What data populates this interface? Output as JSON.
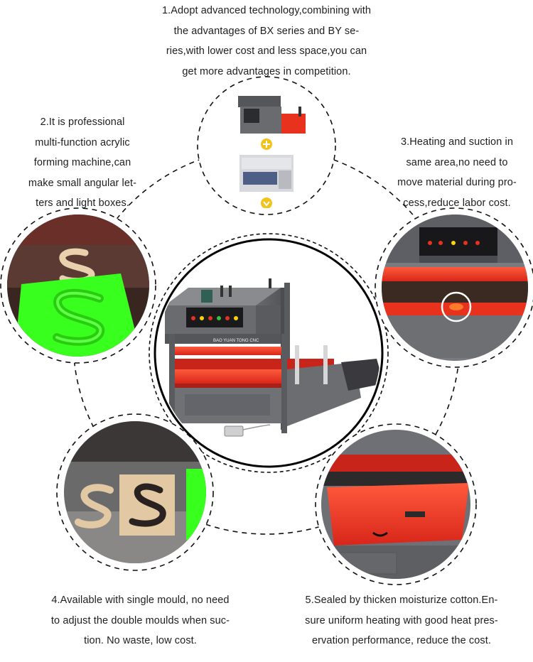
{
  "features": [
    {
      "id": 1,
      "text": "1.Adopt advanced technology,combining with\nthe advantages of BX series and BY se-\nries,with lower cost and less space,you can\nget more advantages in competition."
    },
    {
      "id": 2,
      "text": "2.It is professional\nmulti-function acrylic\nforming machine,can\nmake small angular let-\nters and light boxes."
    },
    {
      "id": 3,
      "text": "3.Heating and suction in\nsame area,no need to\nmove material during pro-\ncess,reduce labor cost."
    },
    {
      "id": 4,
      "text": "4.Available with single mould, no need\nto adjust the double moulds when suc-\ntion. No waste, low cost."
    },
    {
      "id": 5,
      "text": "5.Sealed by thicken moisturize cotton.En-\nsure uniform heating with good heat pres-\nervation performance, reduce the cost."
    }
  ],
  "machine_label": "BAO YUAN TONG CNC",
  "colors": {
    "machine_red": "#e8321e",
    "machine_grey": "#6e6f73",
    "acrylic_green": "#39ff1e",
    "wood": "#e2c9a4",
    "yellow_icon": "#f2c31a"
  }
}
